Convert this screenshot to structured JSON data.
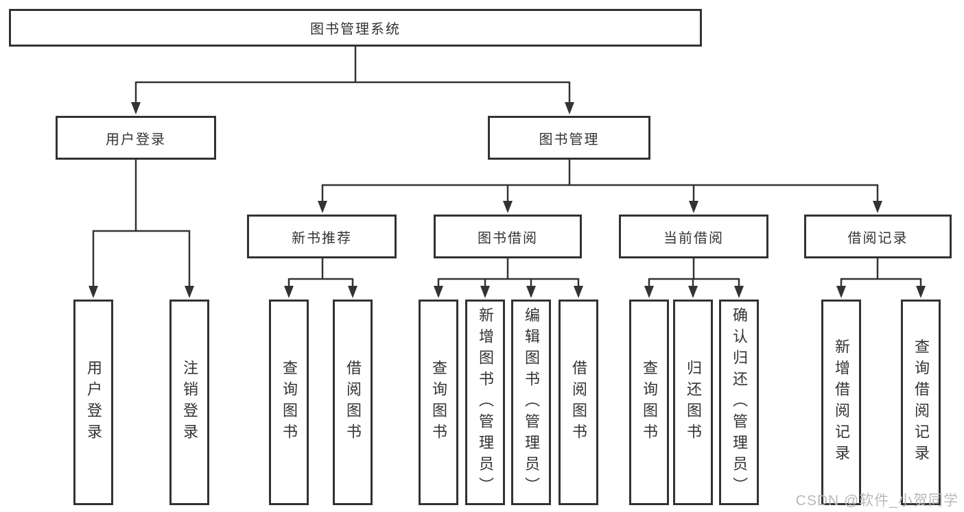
{
  "tree": {
    "root": {
      "label": "图书管理系统",
      "children": [
        {
          "label": "用户登录",
          "children": [
            {
              "label": "用户登录"
            },
            {
              "label": "注销登录"
            }
          ]
        },
        {
          "label": "图书管理",
          "children": [
            {
              "label": "新书推荐",
              "children": [
                {
                  "label": "查询图书"
                },
                {
                  "label": "借阅图书"
                }
              ]
            },
            {
              "label": "图书借阅",
              "children": [
                {
                  "label": "查询图书"
                },
                {
                  "label": "新增图书（管理员）"
                },
                {
                  "label": "编辑图书（管理员）"
                },
                {
                  "label": "借阅图书"
                }
              ]
            },
            {
              "label": "当前借阅",
              "children": [
                {
                  "label": "查询图书"
                },
                {
                  "label": "归还图书"
                },
                {
                  "label": "确认归还（管理员）"
                }
              ]
            },
            {
              "label": "借阅记录",
              "children": [
                {
                  "label": "新增借阅记录"
                },
                {
                  "label": "查询借阅记录"
                }
              ]
            }
          ]
        }
      ]
    }
  },
  "watermark": {
    "text": "CSDN @软件_小贺同学"
  },
  "colors": {
    "line": "#333333",
    "box_border": "#323232",
    "text": "#333333",
    "watermark": "#b9b9b9",
    "background": "#ffffff"
  }
}
